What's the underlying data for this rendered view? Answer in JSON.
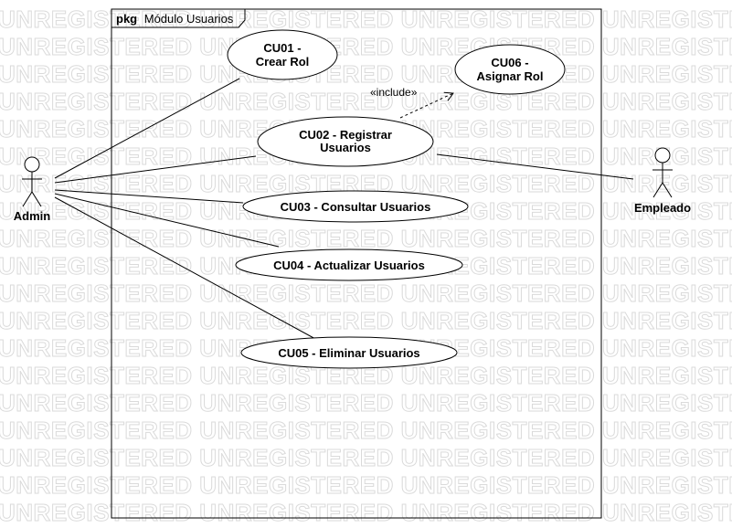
{
  "watermark": "UNREGISTERED",
  "package": {
    "keyword": "pkg",
    "name": "Módulo Usuarios"
  },
  "actors": [
    {
      "id": "admin",
      "name": "Admin"
    },
    {
      "id": "empleado",
      "name": "Empleado"
    }
  ],
  "use_cases": [
    {
      "id": "cu01",
      "lines": [
        "CU01 -",
        "Crear Rol"
      ]
    },
    {
      "id": "cu06",
      "lines": [
        "CU06 -",
        "Asignar Rol"
      ]
    },
    {
      "id": "cu02",
      "lines": [
        "CU02 - Registrar",
        "Usuarios"
      ]
    },
    {
      "id": "cu03",
      "lines": [
        "CU03 - Consultar Usuarios"
      ]
    },
    {
      "id": "cu04",
      "lines": [
        "CU04 - Actualizar Usuarios"
      ]
    },
    {
      "id": "cu05",
      "lines": [
        "CU05 - Eliminar Usuarios"
      ]
    }
  ],
  "relationships": [
    {
      "from": "admin",
      "to": "cu01",
      "type": "association"
    },
    {
      "from": "admin",
      "to": "cu02",
      "type": "association"
    },
    {
      "from": "admin",
      "to": "cu03",
      "type": "association"
    },
    {
      "from": "admin",
      "to": "cu04",
      "type": "association"
    },
    {
      "from": "admin",
      "to": "cu05",
      "type": "association"
    },
    {
      "from": "empleado",
      "to": "cu02",
      "type": "association"
    },
    {
      "from": "cu02",
      "to": "cu06",
      "type": "include",
      "label": "«include»"
    }
  ]
}
